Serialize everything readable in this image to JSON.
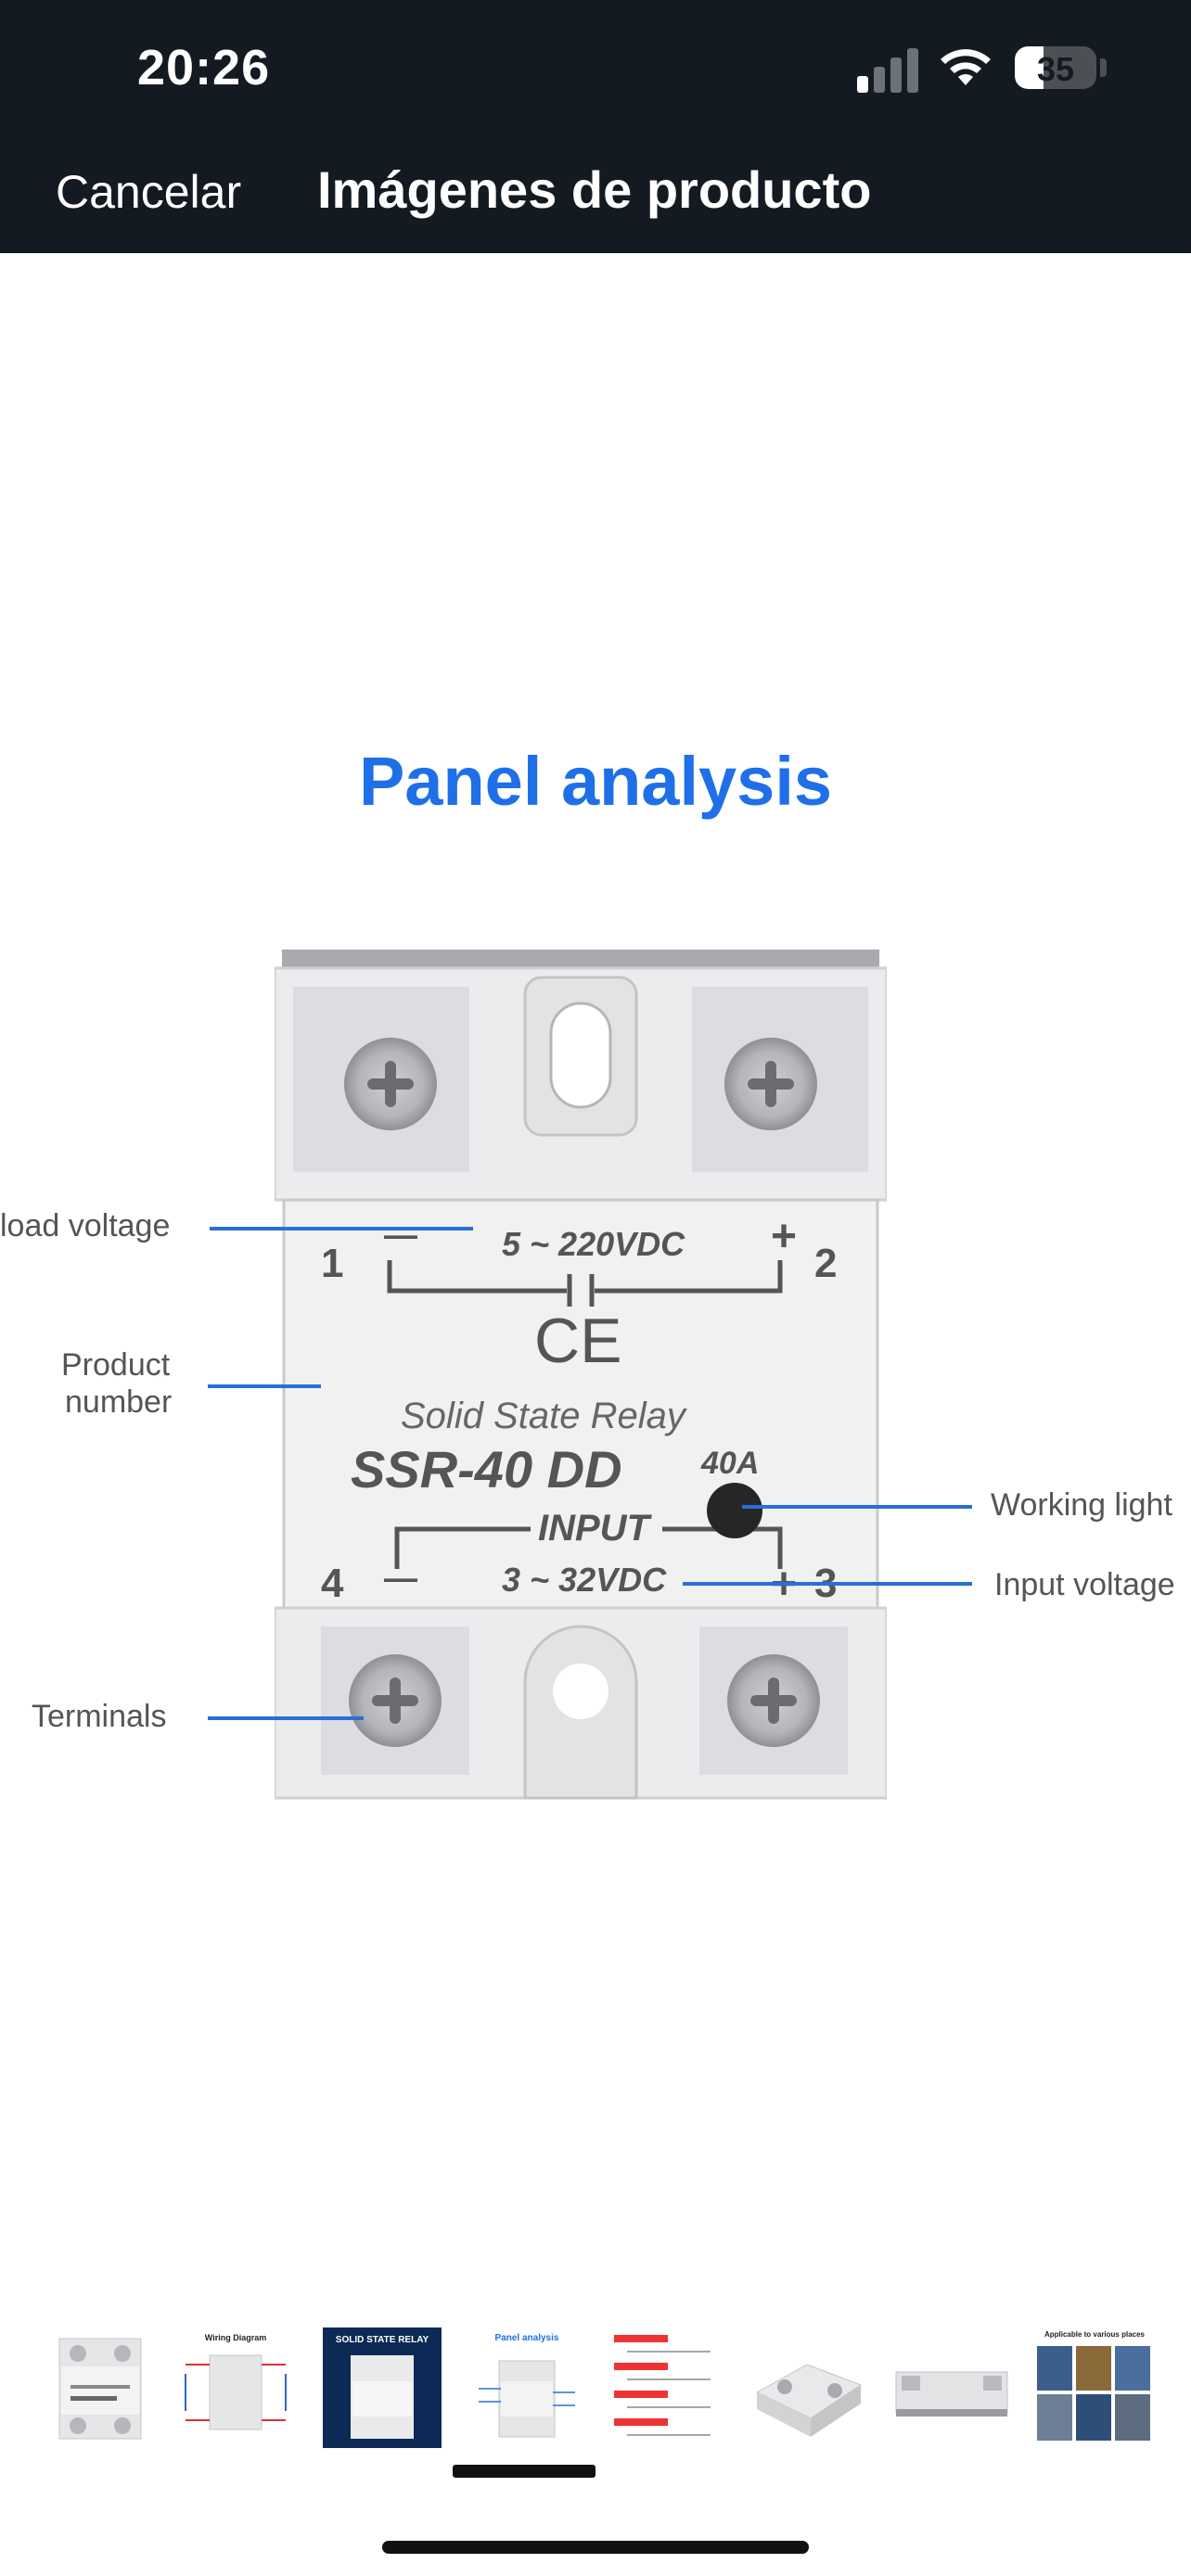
{
  "status": {
    "time": "20:26",
    "battery": "35",
    "battery_level": 0.35
  },
  "nav": {
    "cancel_label": "Cancelar",
    "title": "Imágenes de producto"
  },
  "image": {
    "heading": "Panel analysis",
    "relay_text": {
      "term1": "1",
      "term2": "2",
      "term3": "3",
      "term4": "4",
      "load_range": "5 ~ 220VDC",
      "ce": "CE",
      "product_name": "Solid State Relay",
      "model": "SSR-40 DD",
      "current": "40A",
      "input": "INPUT",
      "input_range": "3 ~ 32VDC",
      "minus": "—",
      "plus": "+"
    },
    "callouts": {
      "load_voltage": "load voltage",
      "product_number_1": "Product",
      "product_number_2": "number",
      "terminals": "Terminals",
      "working_light": "Working light",
      "input_voltage": "Input voltage"
    }
  },
  "thumbnails": [
    {
      "name": "Solid State Relay",
      "caption": ""
    },
    {
      "name": "Wiring Diagram",
      "caption": "Wiring Diagram"
    },
    {
      "name": "SOLID STATE RELAY",
      "caption": "SOLID STATE RELAY"
    },
    {
      "name": "Panel analysis",
      "caption": "Panel analysis"
    },
    {
      "name": "Specifications",
      "caption": ""
    },
    {
      "name": "Relay angle view",
      "caption": ""
    },
    {
      "name": "Relay side view",
      "caption": ""
    },
    {
      "name": "Applicable to various places",
      "caption": "Applicable to various places"
    }
  ],
  "colors": {
    "nav_bg": "#131a22",
    "accent": "#1f6fe8",
    "callout_line": "#2a6fd6"
  },
  "selected_thumbnail": 3
}
